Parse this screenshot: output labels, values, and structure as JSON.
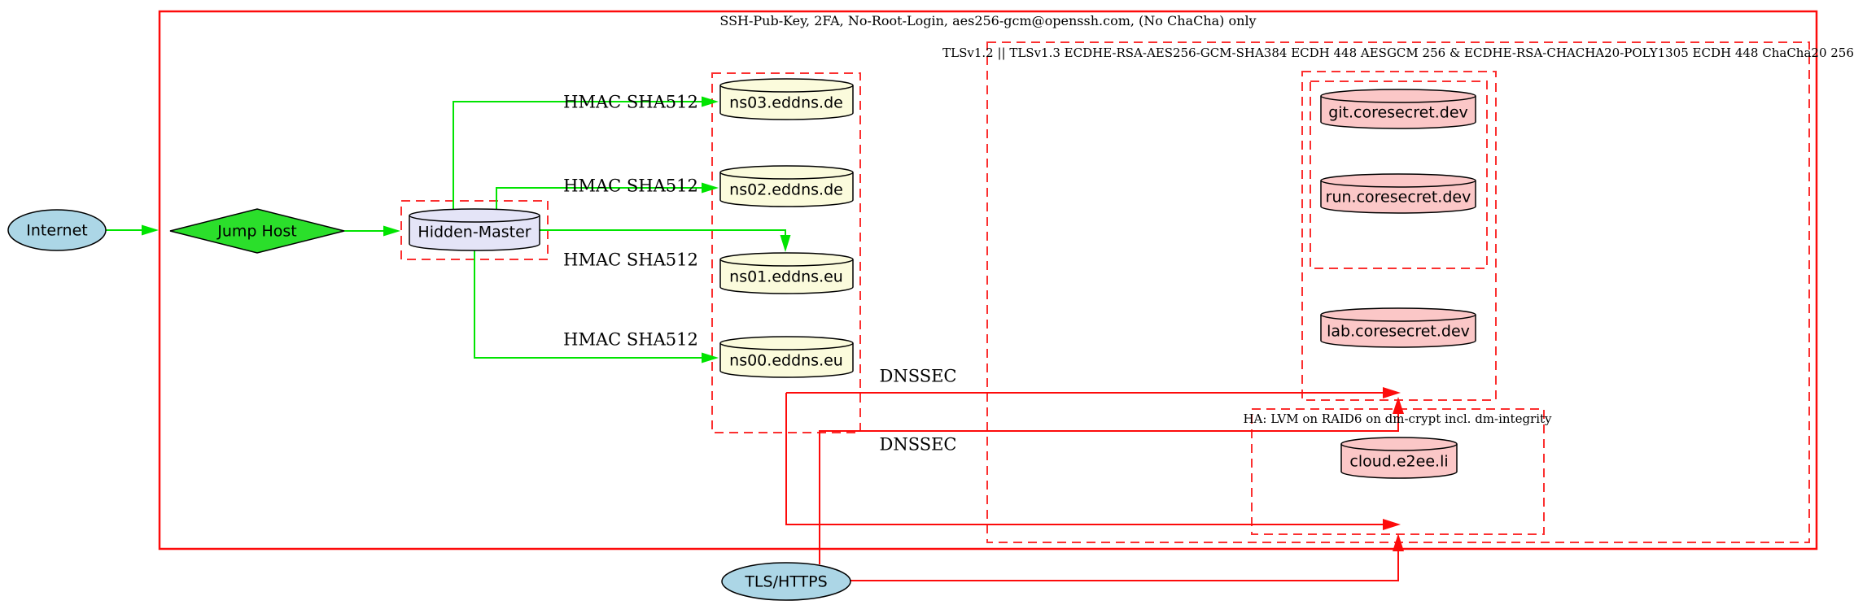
{
  "clusters": {
    "ssh": {
      "label": "SSH-Pub-Key, 2FA, No-Root-Login, aes256-gcm@openssh.com, (No ChaCha) only"
    },
    "tls": {
      "label": "TLSv1.2 || TLSv1.3 ECDHE-RSA-AES256-GCM-SHA384 ECDH 448 AESGCM 256 & ECDHE-RSA-CHACHA20-POLY1305 ECDH 448 ChaCha20 256"
    },
    "ha": {
      "label": "HA: LVM on RAID6 on dm-crypt incl. dm-integrity"
    }
  },
  "nodes": {
    "internet": {
      "label": "Internet",
      "shape": "ellipse"
    },
    "jump_host": {
      "label": "Jump Host",
      "shape": "diamond"
    },
    "hidden_master": {
      "label": "Hidden-Master",
      "shape": "cylinder"
    },
    "ns03": {
      "label": "ns03.eddns.de",
      "shape": "cylinder"
    },
    "ns02": {
      "label": "ns02.eddns.de",
      "shape": "cylinder"
    },
    "ns01": {
      "label": "ns01.eddns.eu",
      "shape": "cylinder"
    },
    "ns00": {
      "label": "ns00.eddns.eu",
      "shape": "cylinder"
    },
    "git": {
      "label": "git.coresecret.dev",
      "shape": "cylinder"
    },
    "run": {
      "label": "run.coresecret.dev",
      "shape": "cylinder"
    },
    "lab": {
      "label": "lab.coresecret.dev",
      "shape": "cylinder"
    },
    "cloud": {
      "label": "cloud.e2ee.li",
      "shape": "cylinder"
    },
    "tls_https": {
      "label": "TLS/HTTPS",
      "shape": "ellipse"
    }
  },
  "edge_labels": {
    "hmac": [
      "HMAC SHA512",
      "HMAC SHA512",
      "HMAC SHA512",
      "HMAC SHA512"
    ],
    "dnssec": [
      "DNSSEC",
      "DNSSEC"
    ]
  },
  "colors": {
    "solid_red": "#fd0b0b",
    "dashed_red": "#fb3030",
    "edge_green": "#00e400",
    "jump_fill": "#2bdf2b",
    "ns_fill": "#fbfbdc",
    "core_fill": "#fbc7c7",
    "master_fill": "#e4e4f7",
    "endpoint_fill": "#acd6e6"
  }
}
